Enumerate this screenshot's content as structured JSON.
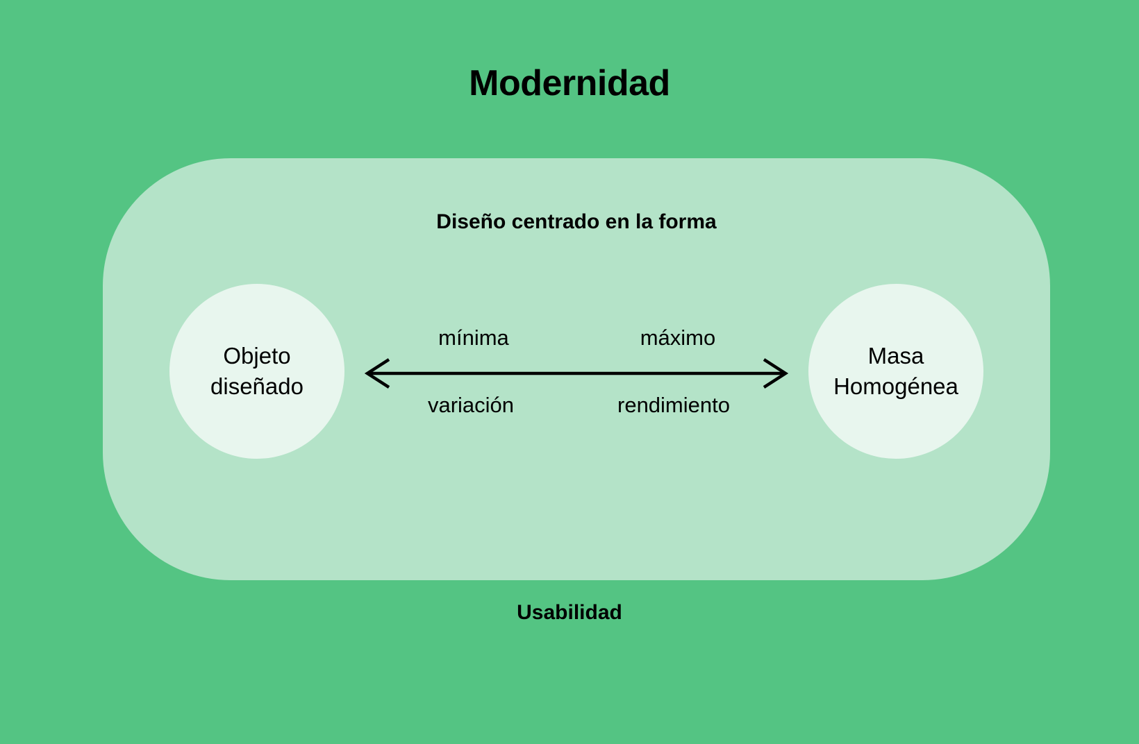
{
  "diagram": {
    "title": "Modernidad",
    "footer_label": "Usabilidad",
    "panel": {
      "label": "Diseño centrado en la forma",
      "nodes": [
        {
          "id": "left-node",
          "label": "Objeto\ndiseñado"
        },
        {
          "id": "right-node",
          "label": "Masa\nHomogénea"
        }
      ],
      "connector": {
        "type": "double-headed-arrow",
        "arrowhead_style": "open-v",
        "labels": {
          "top_left": "mínima",
          "bottom_left": "variación",
          "top_right": "máximo",
          "bottom_right": "rendimiento"
        }
      }
    },
    "colors": {
      "background": "#54c483",
      "panel": "#b4e3c8",
      "node_circle": "#e8f6ee",
      "text": "#000000",
      "arrow": "#000000"
    }
  }
}
